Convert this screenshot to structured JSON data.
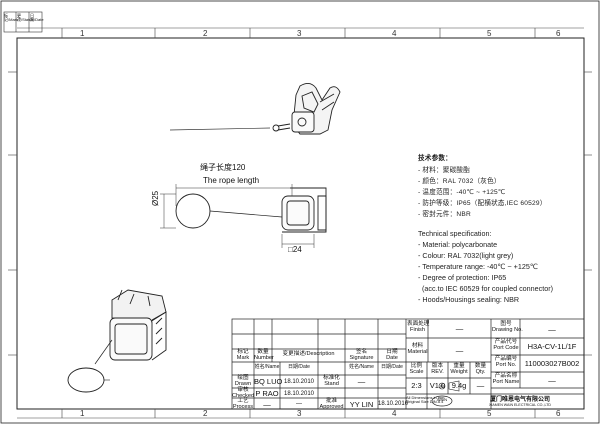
{
  "border_zones": {
    "top": [
      "1",
      "2",
      "3",
      "4",
      "5",
      "6"
    ],
    "bottom": [
      "1",
      "2",
      "3",
      "4",
      "5",
      "6"
    ]
  },
  "revision_strip": [
    "标记/Mark",
    "更改/Status",
    "日期/Date"
  ],
  "dimensions": {
    "rope_length_cn": "绳子长度120",
    "rope_length_en": "The rope length",
    "ring_diameter": "Ø25",
    "square_size": "□24"
  },
  "spec_cn": {
    "heading": "技术参数：",
    "lines": [
      "- 材料：聚碳酸酯",
      "- 颜色：RAL 7032（灰色）",
      "- 温度范围：-40℃ ~ +125℃",
      "- 防护等级：IP65（配横状态,IEC 60529）",
      "- 密封元件：NBR"
    ]
  },
  "spec_en": {
    "heading": "Technical specification:",
    "lines": [
      "- Material: polycarbonate",
      "- Colour: RAL 7032(light grey)",
      "- Temperature range: -40℃ ~ +125℃",
      "- Degree of protection: IP65",
      "  (acc.to IEC 60529 for coupled connector)",
      "- Hoods/Housings sealing: NBR"
    ]
  },
  "title_block": {
    "surface_finish_label": "表面处理\nFinish",
    "surface_finish_value": "—",
    "material_label": "材料\nMaterial",
    "material_value": "—",
    "drawing_no_label": "图号\nDrawing No.",
    "drawing_no_value": "—",
    "product_code_label": "产品代号\nPort Code",
    "product_code_value": "H3A-CV-1L/1F",
    "part_no_label": "产品编号\nPort No.",
    "part_no_value": "110003027B002",
    "part_name_label": "产品名称\nPort Name",
    "part_name_value": "—",
    "scale_label": "比例\nScale",
    "scale_value": "2:3",
    "rev_label": "版本\nREV.",
    "rev_value": "V1.0",
    "weight_label": "重量\nWeight",
    "weight_value": "9.4g",
    "qty_label": "数量\nQty.",
    "qty_value": "—",
    "units_note": "All Dimensions in mm\nOriginal Size DIN A 4",
    "company_cn": "厦门唯恩电气有限公司",
    "company_en": "XIAMEN WAIN ELECTRICAL CO.,LTD",
    "company_logo": "WAIN",
    "header": {
      "mark": "标记\nMark",
      "number": "数量\nNumber",
      "change": "变更描述/Description",
      "signature": "签名\nSignature",
      "date": "日期\nDate"
    },
    "rows": [
      {
        "role": "绘图\nDrawn",
        "name": "BQ LUO",
        "date": "18.10.2010",
        "std_label": "标准化\nStand",
        "std_value": "—"
      },
      {
        "role": "审核\nChecked",
        "name": "P RAO",
        "date": "18.10.2010",
        "std_label": "",
        "std_value": ""
      },
      {
        "role": "工艺\nProcess",
        "name": "—",
        "date": "—",
        "std_label": "批准\nApproved",
        "std_value": "YY LIN"
      }
    ],
    "approved_date": "18.10.2010",
    "name_header": "姓名/Name",
    "date_header": "日期/Date",
    "sig_name_header": "姓名/Name",
    "sig_date_header": "日期/Date",
    "projection_symbol": "first-angle-projection-icon"
  }
}
